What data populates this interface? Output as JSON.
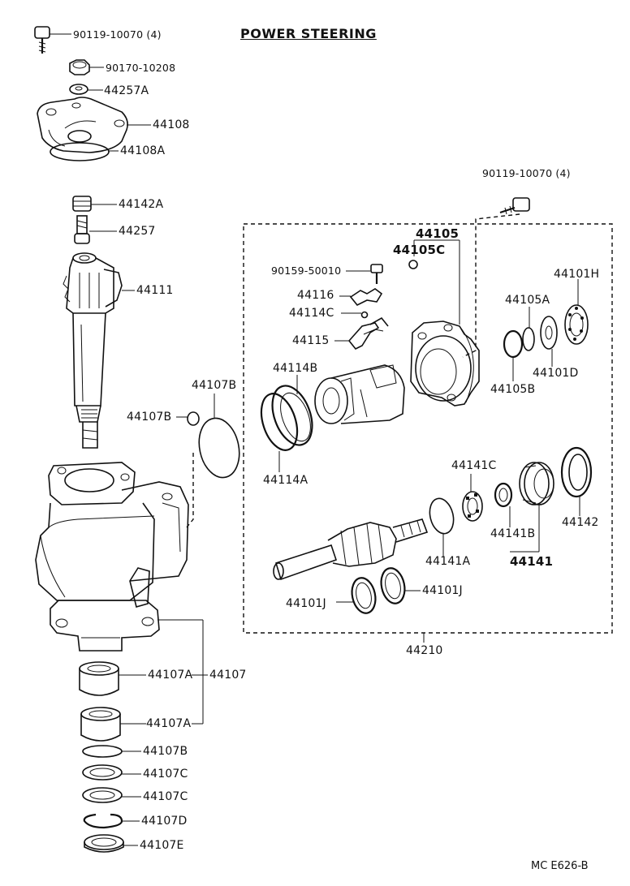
{
  "title": "POWER STEERING",
  "footer": "MC  E626-B",
  "labels": {
    "l_90119_top": "90119-10070 (4)",
    "l_90170": "90170-10208",
    "l_44257A": "44257A",
    "l_44108": "44108",
    "l_44108A": "44108A",
    "l_44142A": "44142A",
    "l_44257": "44257",
    "l_44111": "44111",
    "l_44107B_ring_right": "44107B",
    "l_44107B_oring_left": "44107B",
    "l_44107A_upper": "44107A",
    "l_44107": "44107",
    "l_44107A_lower": "44107A",
    "l_44107B_bottom": "44107B",
    "l_44107C_1": "44107C",
    "l_44107C_2": "44107C",
    "l_44107D": "44107D",
    "l_44107E": "44107E",
    "l_90119_right": "90119-10070 (4)",
    "l_44105": "44105",
    "l_44105C": "44105C",
    "l_90159": "90159-50010",
    "l_44116": "44116",
    "l_44114C": "44114C",
    "l_44115": "44115",
    "l_44114B": "44114B",
    "l_44114A": "44114A",
    "l_44105A": "44105A",
    "l_44101H": "44101H",
    "l_44105B": "44105B",
    "l_44101D": "44101D",
    "l_44141C": "44141C",
    "l_44142": "44142",
    "l_44141B": "44141B",
    "l_44141": "44141",
    "l_44141A": "44141A",
    "l_44101J_left": "44101J",
    "l_44101J_right": "44101J",
    "l_44210": "44210"
  }
}
